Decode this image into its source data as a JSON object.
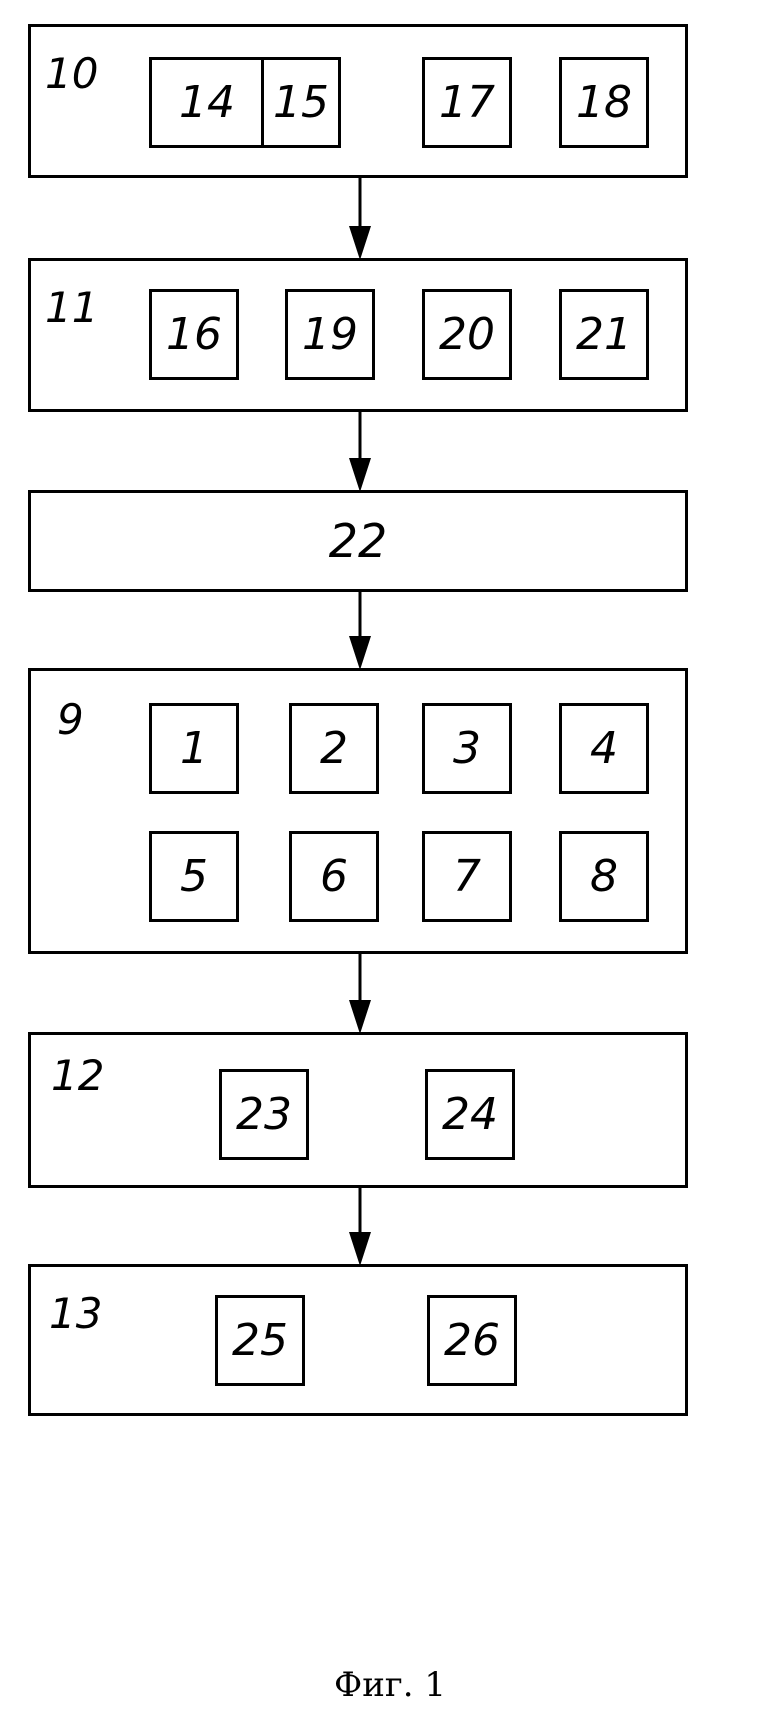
{
  "blocks": {
    "b10": {
      "label": "10",
      "items": [
        "14",
        "15",
        "17",
        "18"
      ]
    },
    "b11": {
      "label": "11",
      "items": [
        "16",
        "19",
        "20",
        "21"
      ]
    },
    "b22": {
      "label": "22"
    },
    "b9": {
      "label": "9",
      "items": [
        "1",
        "2",
        "3",
        "4",
        "5",
        "6",
        "7",
        "8"
      ]
    },
    "b12": {
      "label": "12",
      "items": [
        "23",
        "24"
      ]
    },
    "b13": {
      "label": "13",
      "items": [
        "25",
        "26"
      ]
    }
  },
  "caption": "Фиг. 1"
}
